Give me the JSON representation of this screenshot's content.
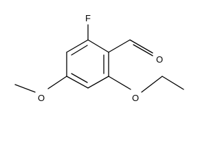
{
  "structure": {
    "atoms": {
      "fluorine": "F",
      "aldehyde_oxygen": "O",
      "methoxy_oxygen": "O",
      "ethoxy_oxygen": "O"
    },
    "colors": {
      "bond": "#000000",
      "label": "#000000",
      "background": "#ffffff"
    }
  }
}
